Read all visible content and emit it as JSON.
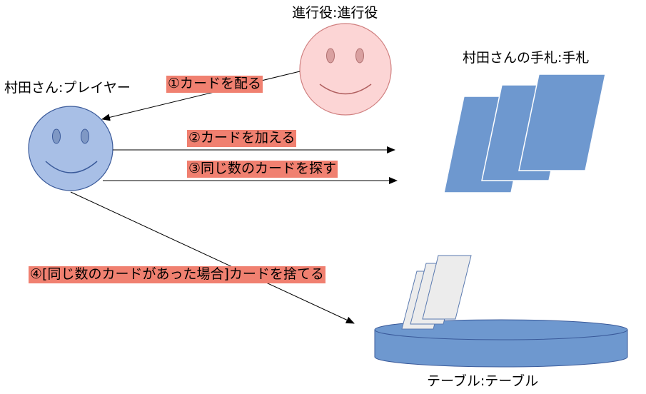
{
  "actors": {
    "facilitator": {
      "label": "進行役:進行役"
    },
    "player": {
      "label": "村田さん:プレイヤー"
    },
    "hand": {
      "label": "村田さんの手札:手札"
    },
    "table": {
      "label": "テーブル:テーブル"
    }
  },
  "messages": [
    {
      "label": "①カードを配る"
    },
    {
      "label": "②カードを加える"
    },
    {
      "label": "③同じ数のカードを探す"
    },
    {
      "label": "④[同じ数のカードがあった場合]カードを捨てる"
    }
  ],
  "colors": {
    "facilitator_fill": "#fcd5d5",
    "facilitator_stroke": "#d08080",
    "player_fill": "#a8bfe6",
    "player_stroke": "#3a5a9a",
    "card_blue": "#6e98cf",
    "card_gray": "#ececec",
    "label_bg": "#f08070"
  }
}
